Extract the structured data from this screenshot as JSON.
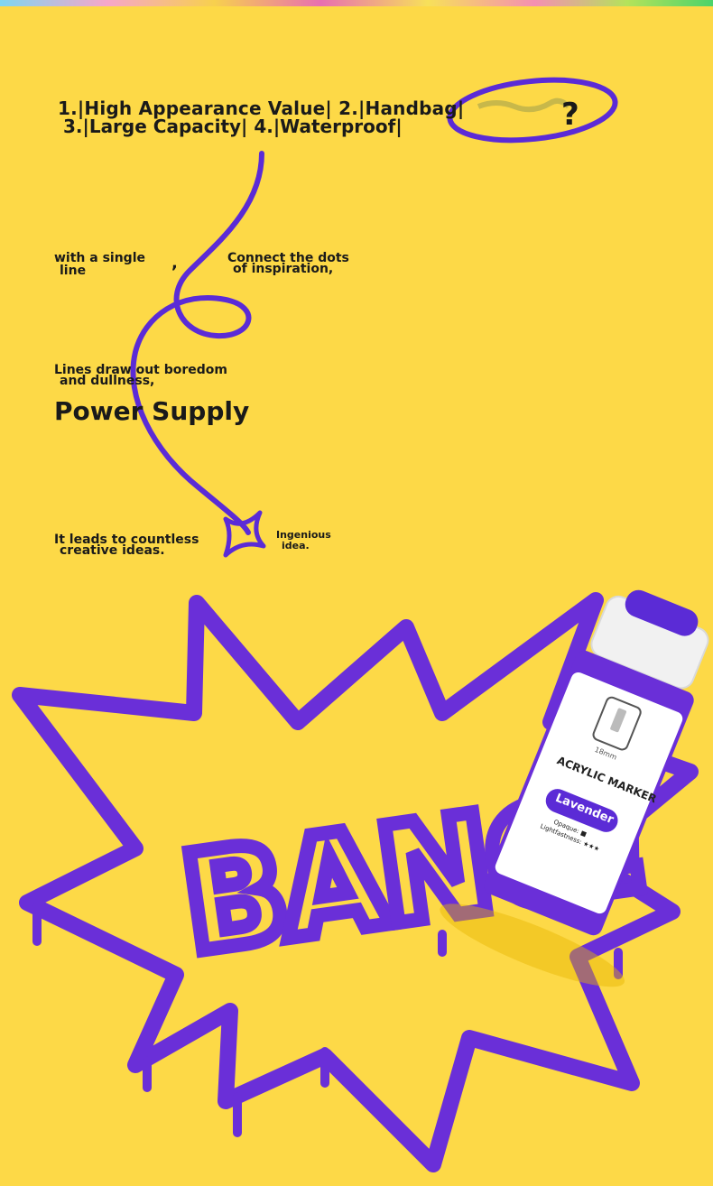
{
  "header": {
    "line1": "1.|High Appearance Value| 2.|Handbag|",
    "line2": "3.|Large Capacity| 4.|Waterproof|"
  },
  "captions": {
    "single_line_a": "with a single",
    "single_line_b": "line",
    "comma": ",",
    "connect_a": "Connect the dots",
    "connect_b": "of inspiration,",
    "boredom_a": "Lines draw out boredom",
    "boredom_b": "and dullness,",
    "power": "Power Supply",
    "leads_a": "It leads to countless",
    "leads_b": "creative ideas.",
    "ingenious_a": "Ingenious",
    "ingenious_b": "idea."
  },
  "artwork": {
    "graffiti_word": "BANG!"
  },
  "product": {
    "brand": "ACRYLIC MARKER",
    "tip_size": "18mm",
    "color_name": "Lavender",
    "opaque": "Opaque: ■",
    "lightfastness": "Lightfastness: ★★★"
  },
  "colors": {
    "background": "#fdd947",
    "ink": "#5b2bd6"
  }
}
